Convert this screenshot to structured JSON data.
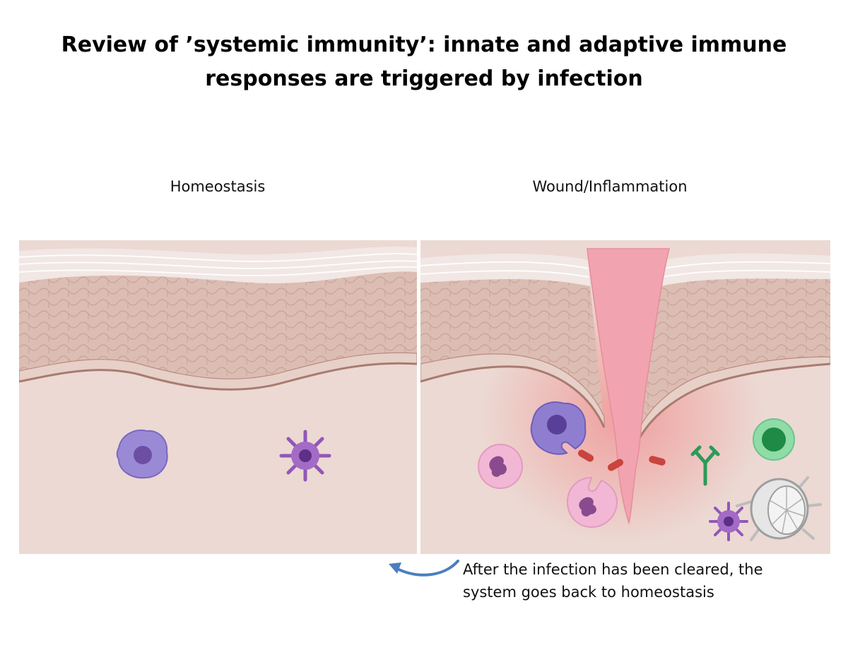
{
  "title": {
    "line1": "Review of ’systemic immunity’: innate and adaptive immune",
    "line2": "responses are triggered by infection"
  },
  "panels": {
    "left": {
      "label": "Homeostasis"
    },
    "right": {
      "label": "Wound/Inflammation"
    }
  },
  "caption": {
    "line1": "After the infection has been cleared, the",
    "line2": "system goes back to homeostasis"
  },
  "colors": {
    "dermis": "#ecd9d3",
    "epidermis": "#d9b9ae",
    "stratum_corneum": "#f1e7e4",
    "wound": "#f2a3b0",
    "macrophage": "#8f7ed0",
    "dendritic_cell": "#9257b7",
    "neutrophil": "#f2b7d4",
    "lymphocyte": "#7fd39b",
    "antibody": "#2c9a58",
    "bacteria": "#c9443f",
    "arrow": "#4a7fc0"
  }
}
